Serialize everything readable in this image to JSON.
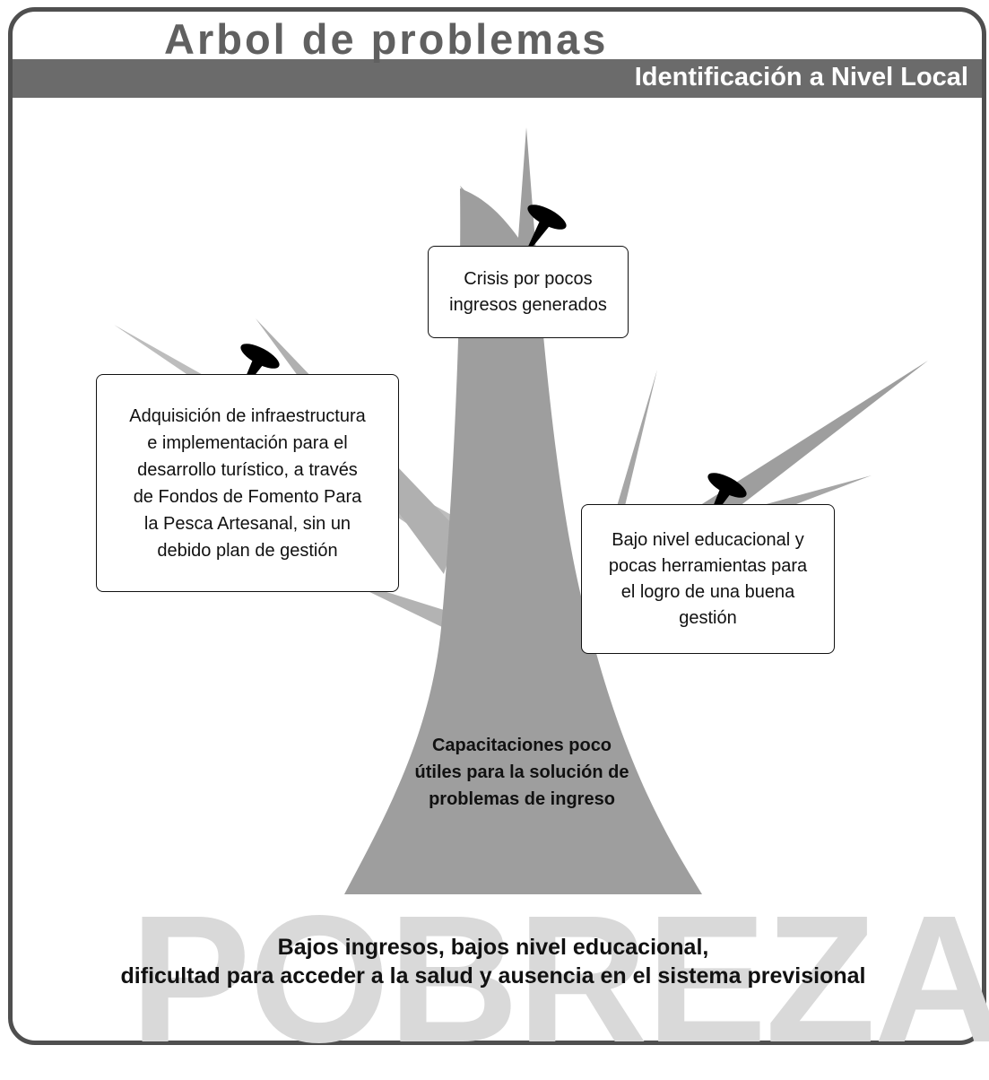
{
  "title": "Arbol de problemas",
  "subtitle": "Identificación a Nivel Local",
  "colors": {
    "trunk": "#9e9e9e",
    "branch_light": "#bdbdbd",
    "band": "#6b6b6b",
    "watermark": "#d9d9d9",
    "pin": "#000000"
  },
  "icons": [
    "pushpin-icon"
  ],
  "problems": {
    "top": "Crisis por pocos\ningresos generados",
    "left": "Adquisición de infraestructura\ne implementación para el\ndesarrollo turístico, a través\nde Fondos de Fomento Para\nla Pesca Artesanal, sin un\ndebido plan de gestión",
    "right": "Bajo nivel educacional y\npocas herramientas para\nel logro de una buena\ngestión"
  },
  "trunk_text": "Capacitaciones poco\nútiles para la solución de\nproblemas de ingreso",
  "watermark": "POBREZA",
  "root_text": "Bajos ingresos, bajos nivel educacional,\ndificultad para acceder a la salud y ausencia en el sistema previsional"
}
